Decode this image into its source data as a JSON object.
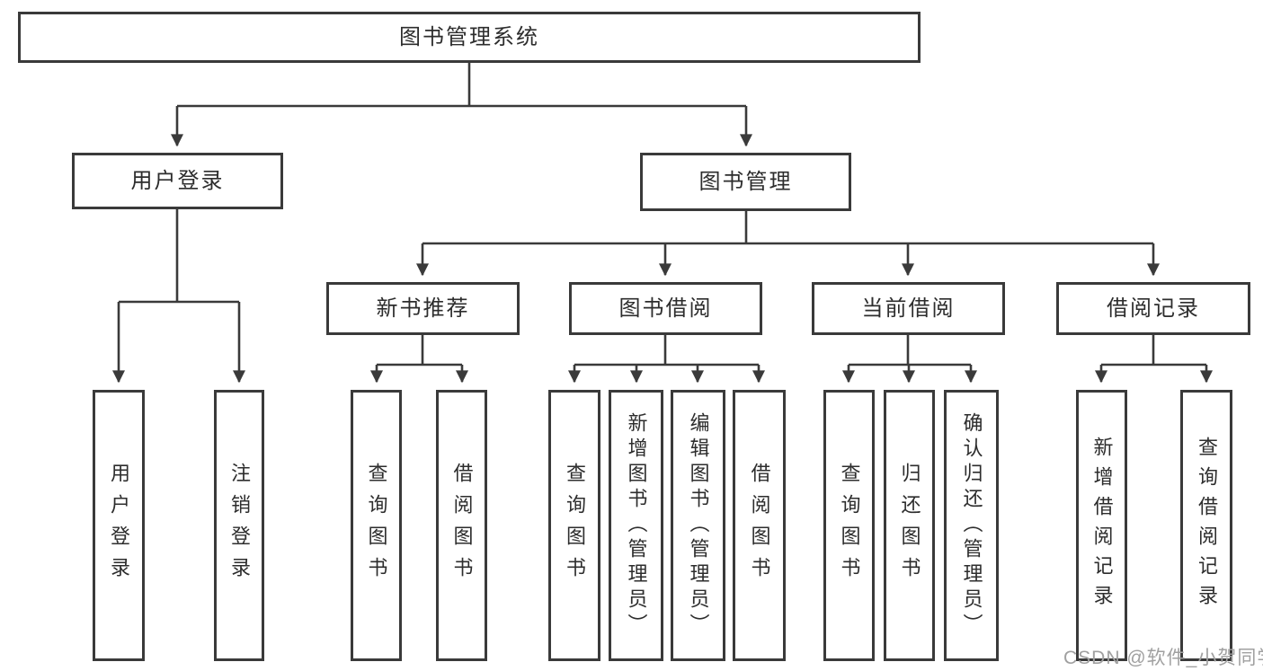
{
  "diagram": {
    "root": {
      "label": "图书管理系统",
      "children": [
        {
          "label": "用户登录",
          "children": [
            {
              "label": "用户登录"
            },
            {
              "label": "注销登录"
            }
          ]
        },
        {
          "label": "图书管理",
          "children": [
            {
              "label": "新书推荐",
              "children": [
                {
                  "label": "查询图书"
                },
                {
                  "label": "借阅图书"
                }
              ]
            },
            {
              "label": "图书借阅",
              "children": [
                {
                  "label": "查询图书"
                },
                {
                  "label": "新增图书（管理员）"
                },
                {
                  "label": "编辑图书（管理员）"
                },
                {
                  "label": "借阅图书"
                }
              ]
            },
            {
              "label": "当前借阅",
              "children": [
                {
                  "label": "查询图书"
                },
                {
                  "label": "归还图书"
                },
                {
                  "label": "确认归还（管理员）"
                }
              ]
            },
            {
              "label": "借阅记录",
              "children": [
                {
                  "label": "新增借阅记录"
                },
                {
                  "label": "查询借阅记录"
                }
              ]
            }
          ]
        }
      ]
    },
    "watermark": "CSDN @软件_小贺同学"
  },
  "colors": {
    "line": "#3a3a3a",
    "box_border": "#3a3a3a",
    "text": "#2d2d2d",
    "watermark": "#a0a0a0",
    "background": "#ffffff"
  }
}
